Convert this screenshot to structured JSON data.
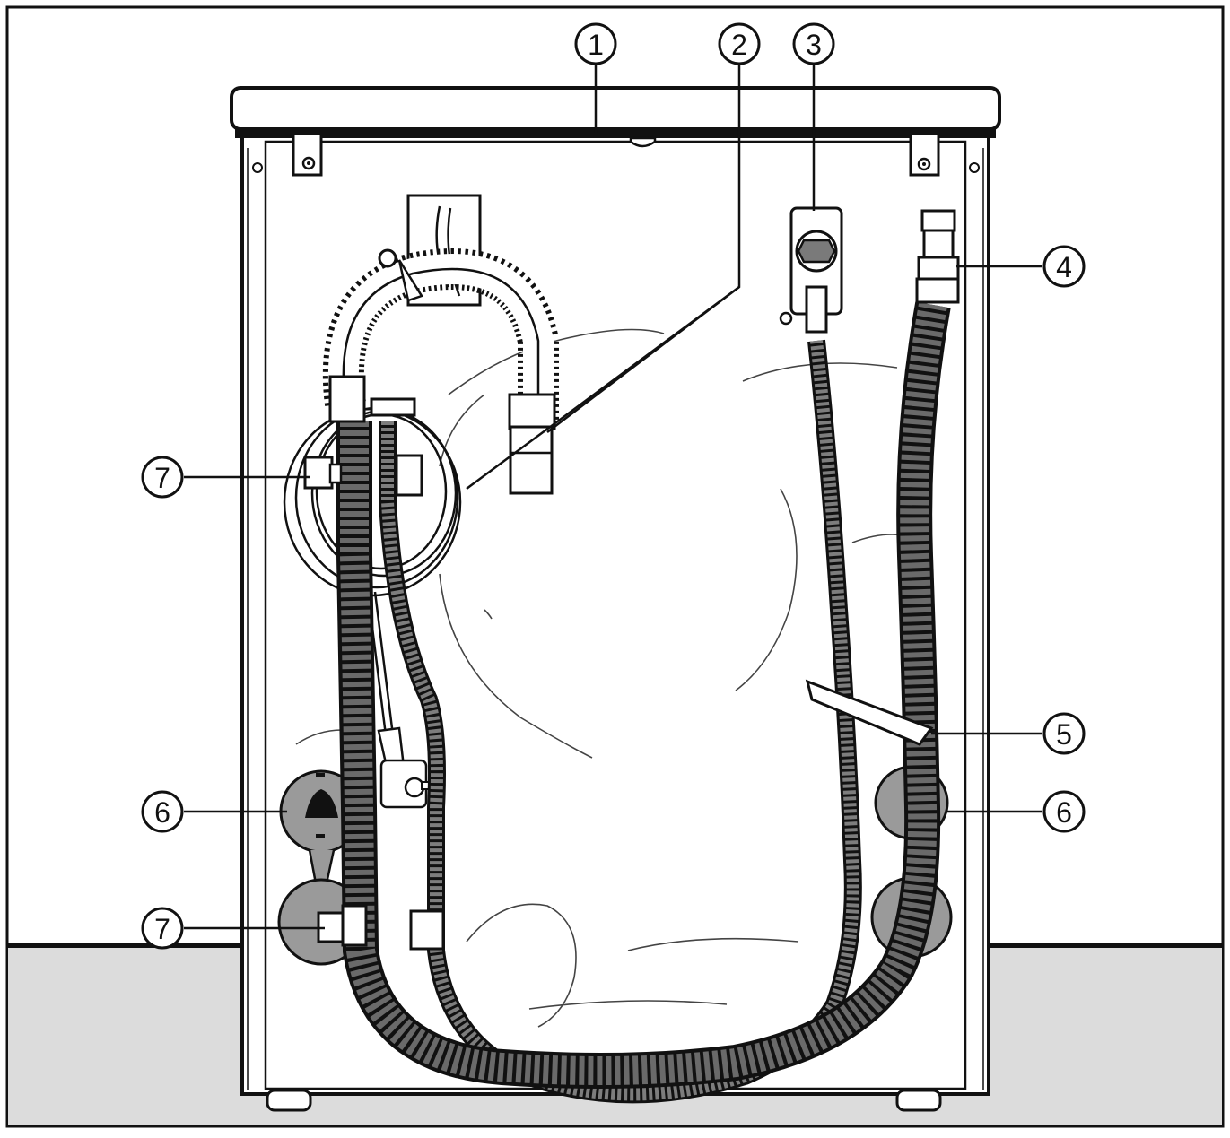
{
  "colors": {
    "line": "#111111",
    "floor": "#dcdcdc",
    "hose": "#6e6e6e",
    "hose_dark": "#444444",
    "part": "#9a9a9a",
    "background": "#ffffff"
  },
  "callouts": [
    {
      "id": "c1",
      "label": "1"
    },
    {
      "id": "c2",
      "label": "2"
    },
    {
      "id": "c3",
      "label": "3"
    },
    {
      "id": "c4",
      "label": "4"
    },
    {
      "id": "c5",
      "label": "5"
    },
    {
      "id": "c6a",
      "label": "6"
    },
    {
      "id": "c6b",
      "label": "6"
    },
    {
      "id": "c7a",
      "label": "7"
    },
    {
      "id": "c7b",
      "label": "7"
    }
  ]
}
